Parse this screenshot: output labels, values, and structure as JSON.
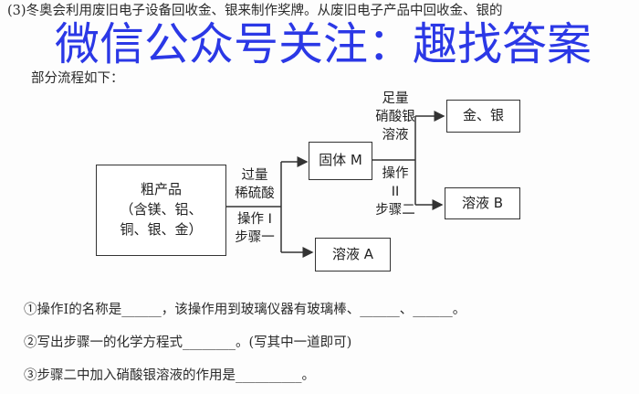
{
  "intro": {
    "line1": "(3)冬奥会利用废旧电子设备回收金、银来制作奖牌。从废旧电子产品中回收金、银的",
    "line2": "部分流程如下："
  },
  "watermark": "微信公众号关注：趣找答案",
  "flow": {
    "crude": [
      "粗产品",
      "（含镁、铝、",
      "铜、银、金）"
    ],
    "reagent1": [
      "过量",
      "稀硫酸"
    ],
    "op1": [
      "操作 I",
      "步骤一"
    ],
    "solid_m": "固体 M",
    "solution_a": "溶液 A",
    "reagent2": [
      "足量",
      "硝酸银",
      "溶液"
    ],
    "op2": [
      "操作",
      "II",
      "步骤二"
    ],
    "gold_silver": "金、银",
    "solution_b": "溶液 B"
  },
  "questions": [
    "①操作I的名称是______，该操作用到玻璃仪器有玻璃棒、______、______。",
    "②写出步骤一的化学方程式________。(写其中一道即可)",
    "③步骤二中加入硝酸银溶液的作用是__________。"
  ]
}
